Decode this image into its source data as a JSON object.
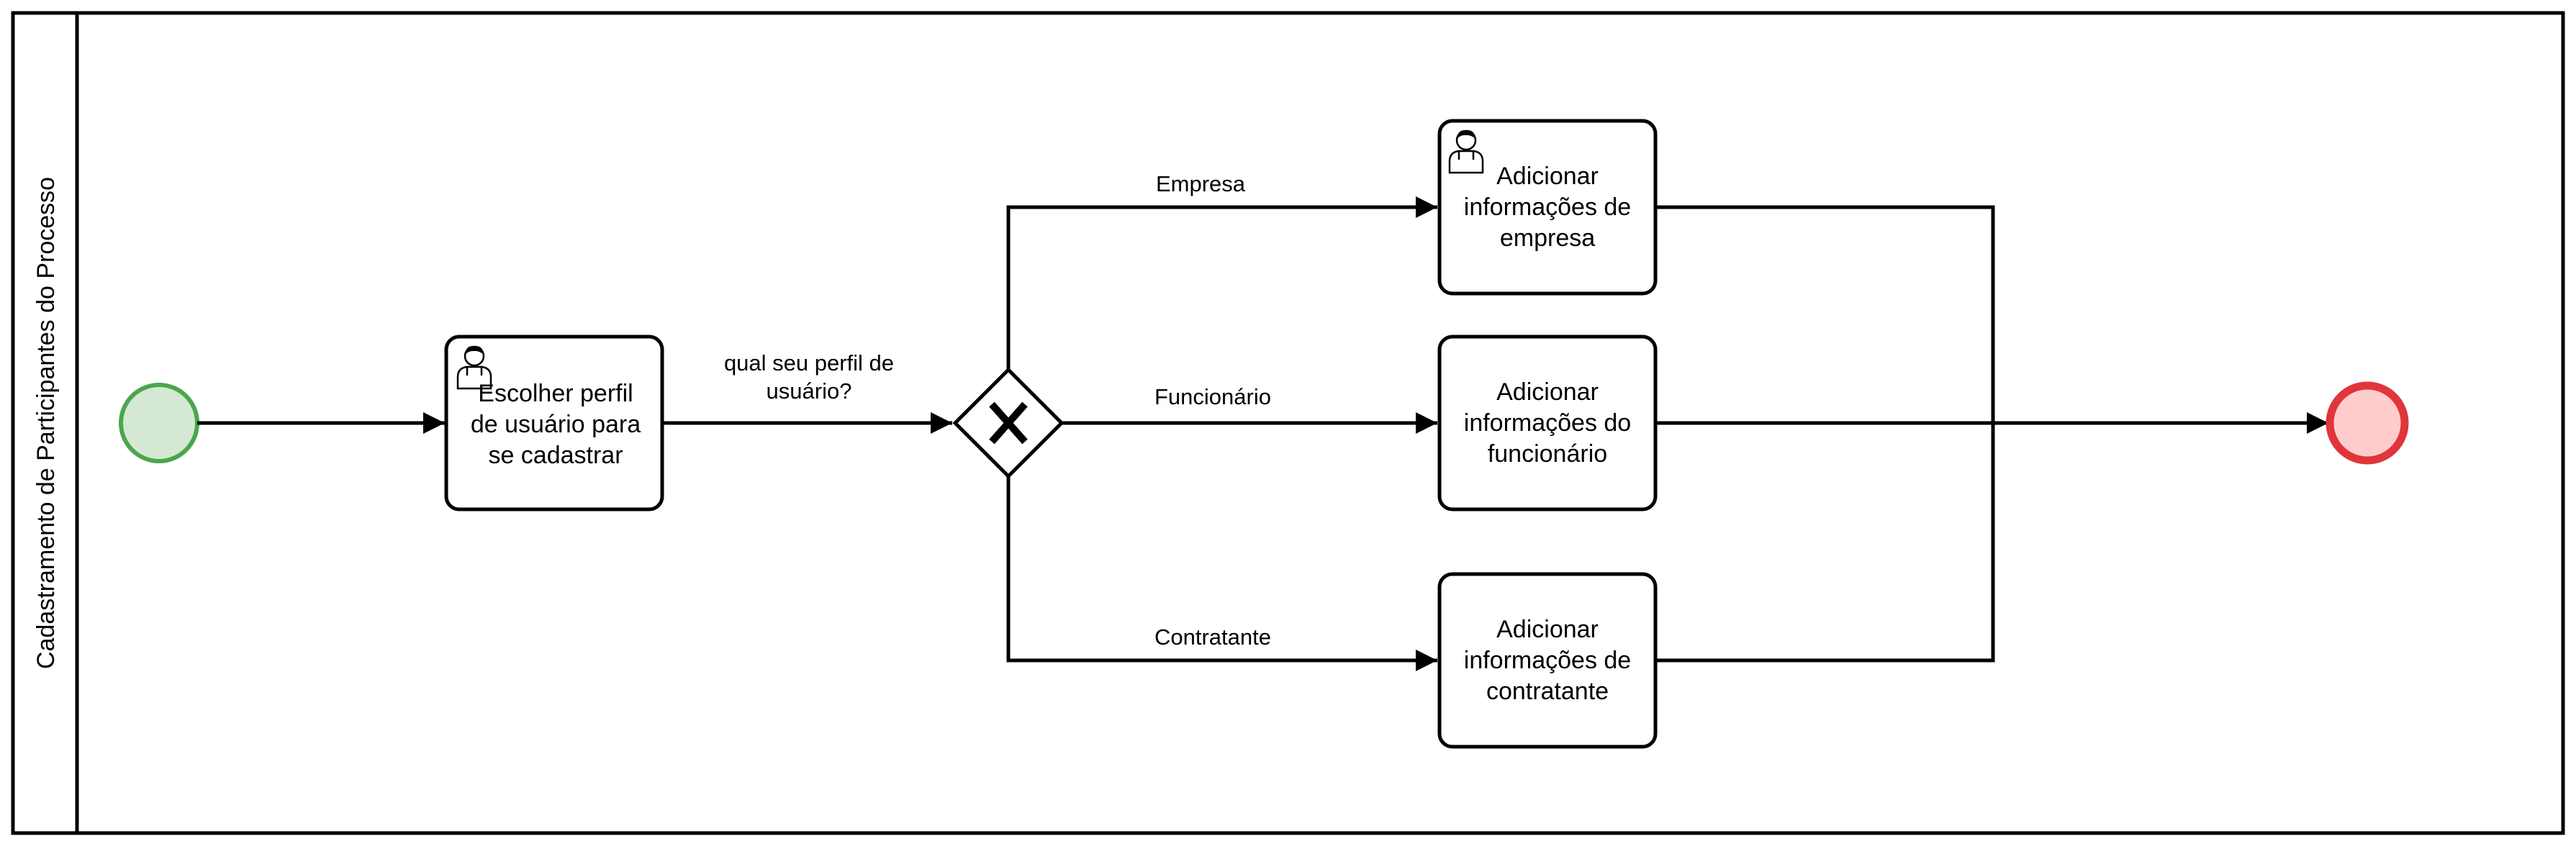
{
  "pool": {
    "lane_label": "Cadastramento de Participantes do Processo"
  },
  "events": {
    "start": {
      "fill": "#d5e8d4",
      "stroke": "#4ca64c"
    },
    "end": {
      "fill": "#ffcccc",
      "stroke": "#e0353a"
    }
  },
  "tasks": {
    "choose_profile": {
      "line1": "Escolher perfil",
      "line2": "de usuário para",
      "line3": "se cadastrar",
      "type": "user-task"
    },
    "add_company": {
      "line1": "Adicionar",
      "line2": "informações de",
      "line3": "empresa",
      "type": "user-task"
    },
    "add_employee": {
      "line1": "Adicionar",
      "line2": "informações do",
      "line3": "funcionário"
    },
    "add_contractor": {
      "line1": "Adicionar",
      "line2": "informações de",
      "line3": "contratante"
    }
  },
  "gateway": {
    "type": "exclusive",
    "symbol": "X"
  },
  "edges": {
    "question": {
      "line1": "qual seu perfil de",
      "line2": "usuário?"
    },
    "empresa": "Empresa",
    "funcionario": "Funcionário",
    "contratante": "Contratante"
  }
}
